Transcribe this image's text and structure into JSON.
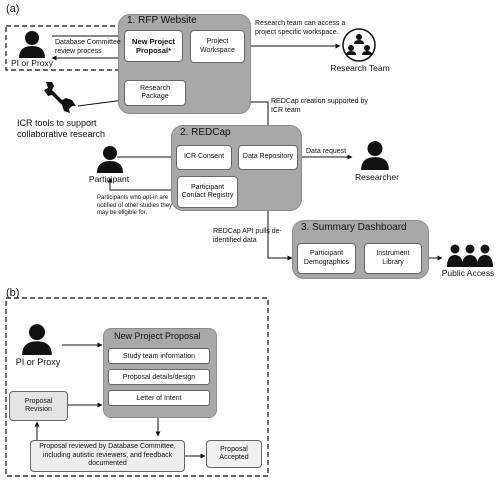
{
  "panel_a": {
    "label": "(a)",
    "rfp_website": {
      "title": "1. RFP Website",
      "new_project_proposal": "New Project Proposal*",
      "project_workspace": "Project Workspace",
      "research_package": "Research Package"
    },
    "redcap": {
      "title": "2. REDCap",
      "icr_consent": "ICR Consent",
      "data_repository": "Data Repository",
      "participant_contact_registry": "Participant Contact Registry"
    },
    "summary_dashboard": {
      "title": "3. Summary Dashboard",
      "participant_demographics": "Participant Demographics",
      "instrument_library": "Instrument Library"
    },
    "actors": {
      "pi_or_proxy": "PI or Proxy",
      "research_team": "Research Team",
      "icr_tools": "ICR tools to support collaborative research",
      "participant": "Participant",
      "researcher": "Researcher",
      "public_access": "Public Access"
    },
    "notes": {
      "db_committee": "Database Committee review process",
      "workspace_access": "Research team can access a project specific workspace.",
      "redcap_creation": "REDCap creation supported by ICR team",
      "data_request": "Data request",
      "opt_in": "Participants who opt-in are notified of other studies they may be eligible for.",
      "api_pulls": "REDCap API pulls de-identified data"
    }
  },
  "panel_b": {
    "label": "(b)",
    "pi_or_proxy": "PI or Proxy",
    "new_project_proposal": {
      "title": "New Project Proposal",
      "items": [
        "Study team information",
        "Proposal details/design",
        "Letter of Intent"
      ]
    },
    "proposal_revision": "Proposal Revision",
    "review": "Proposal reviewed by Database Committee, including autistic reviewers, and feedback documented",
    "proposal_accepted": "Proposal Accepted"
  }
}
